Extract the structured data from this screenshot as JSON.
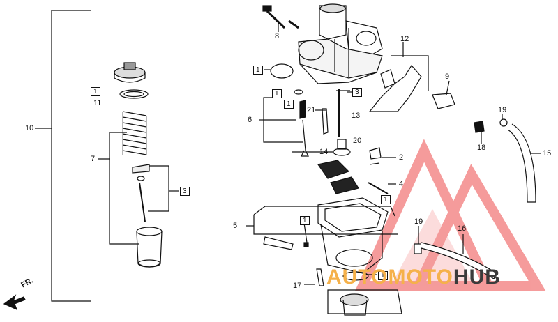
{
  "callouts": {
    "c1": "1",
    "c2": "2",
    "c3": "3",
    "c4": "4",
    "c5": "5",
    "c6": "6",
    "c7": "7",
    "c8": "8",
    "c9": "9",
    "c10": "10",
    "c11": "11",
    "c12": "12",
    "c13": "13",
    "c14": "14",
    "c15": "15",
    "c16": "16",
    "c17": "17",
    "c18": "18",
    "c19": "19",
    "c20": "20",
    "c21": "21"
  },
  "direction_label": "FR.",
  "watermark": {
    "text_a": "AUTOMOTO",
    "text_b": "HUB",
    "triangle_color": "#ef5a5a",
    "text_a_color": "#f5b14a",
    "text_b_color": "#3b3b3b"
  }
}
